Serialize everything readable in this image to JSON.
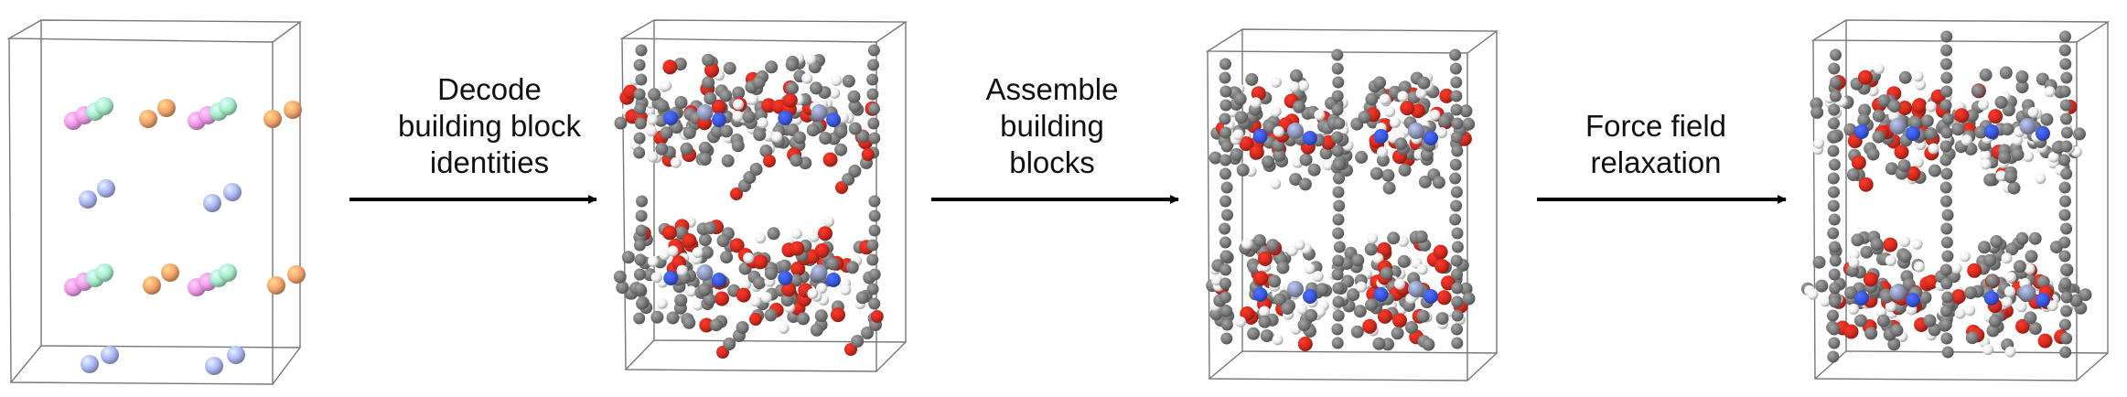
{
  "steps": [
    {
      "lines": [
        "Decode",
        "building block",
        "identities"
      ]
    },
    {
      "lines": [
        "Assemble",
        "building",
        "blocks"
      ]
    },
    {
      "lines": [
        "Force field",
        "relaxation"
      ]
    }
  ],
  "atom_colors": {
    "carbon": "#7a7a7a",
    "oxygen": "#d42a1e",
    "hydrogen": "#f1f1f1",
    "nitrogen": "#3a56e0",
    "metal": "#8d96b8",
    "bb_pink": "#ee9ae6",
    "bb_green": "#a5ecc8",
    "bb_orange": "#f2a36a",
    "bb_blue": "#aab4f0"
  }
}
